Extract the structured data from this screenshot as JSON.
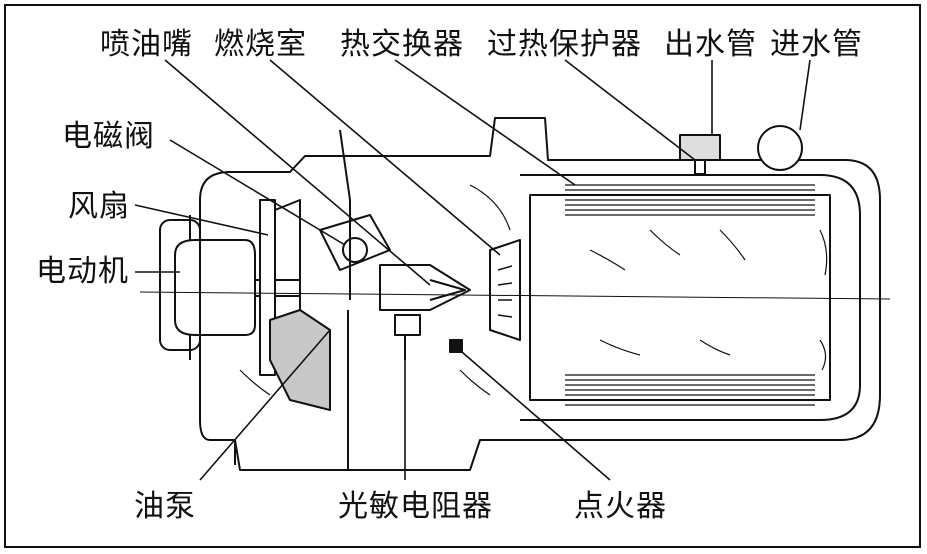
{
  "labels": {
    "nozzle": "喷油嘴",
    "combustion_chamber": "燃烧室",
    "heat_exchanger": "热交换器",
    "overheat_protector": "过热保护器",
    "water_outlet": "出水管",
    "water_inlet": "进水管",
    "solenoid_valve": "电磁阀",
    "fan": "风扇",
    "motor": "电动机",
    "oil_pump": "油泵",
    "photoresistor": "光敏电阻器",
    "igniter": "点火器"
  },
  "colors": {
    "line": "#111111",
    "shade": "#c8c8c8",
    "fill_light": "#f2f2f2"
  }
}
